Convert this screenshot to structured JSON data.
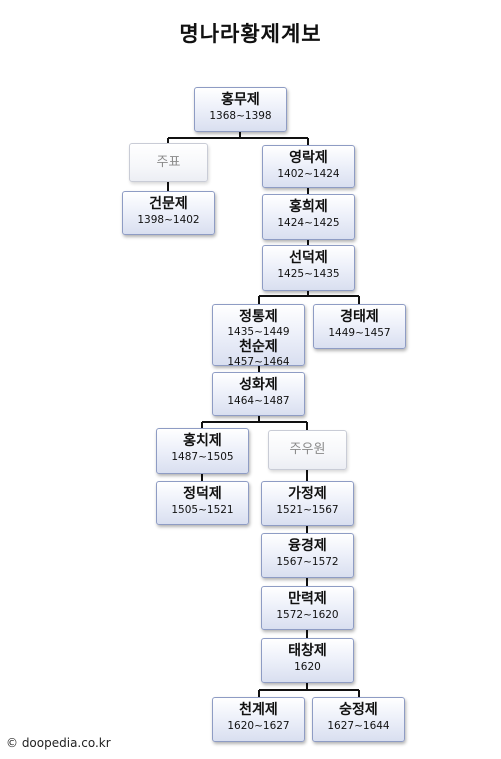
{
  "title": "명나라황제계보",
  "nodes": {
    "hongwu": {
      "name": "홍무제",
      "years": "1368~1398"
    },
    "zhubiao": {
      "name": "주표"
    },
    "yongle": {
      "name": "영락제",
      "years": "1402~1424"
    },
    "jianwen": {
      "name": "건문제",
      "years": "1398~1402"
    },
    "hongxi": {
      "name": "홍희제",
      "years": "1424~1425"
    },
    "xuande": {
      "name": "선덕제",
      "years": "1425~1435"
    },
    "zhengtong": {
      "name": "정통제",
      "years": "1435~1449",
      "name2": "천순제",
      "years2": "1457~1464"
    },
    "jingtai": {
      "name": "경태제",
      "years": "1449~1457"
    },
    "chenghua": {
      "name": "성화제",
      "years": "1464~1487"
    },
    "hongzhi": {
      "name": "홍치제",
      "years": "1487~1505"
    },
    "zhuyouyuan": {
      "name": "주우원"
    },
    "zhengde": {
      "name": "정덕제",
      "years": "1505~1521"
    },
    "jiajing": {
      "name": "가정제",
      "years": "1521~1567"
    },
    "longqing": {
      "name": "융경제",
      "years": "1567~1572"
    },
    "wanli": {
      "name": "만력제",
      "years": "1572~1620"
    },
    "taichang": {
      "name": "태창제",
      "years": "1620"
    },
    "tianqi": {
      "name": "천계제",
      "years": "1620~1627"
    },
    "chongzhen": {
      "name": "숭정제",
      "years": "1627~1644"
    }
  },
  "copyright": "© doopedia.co.kr"
}
